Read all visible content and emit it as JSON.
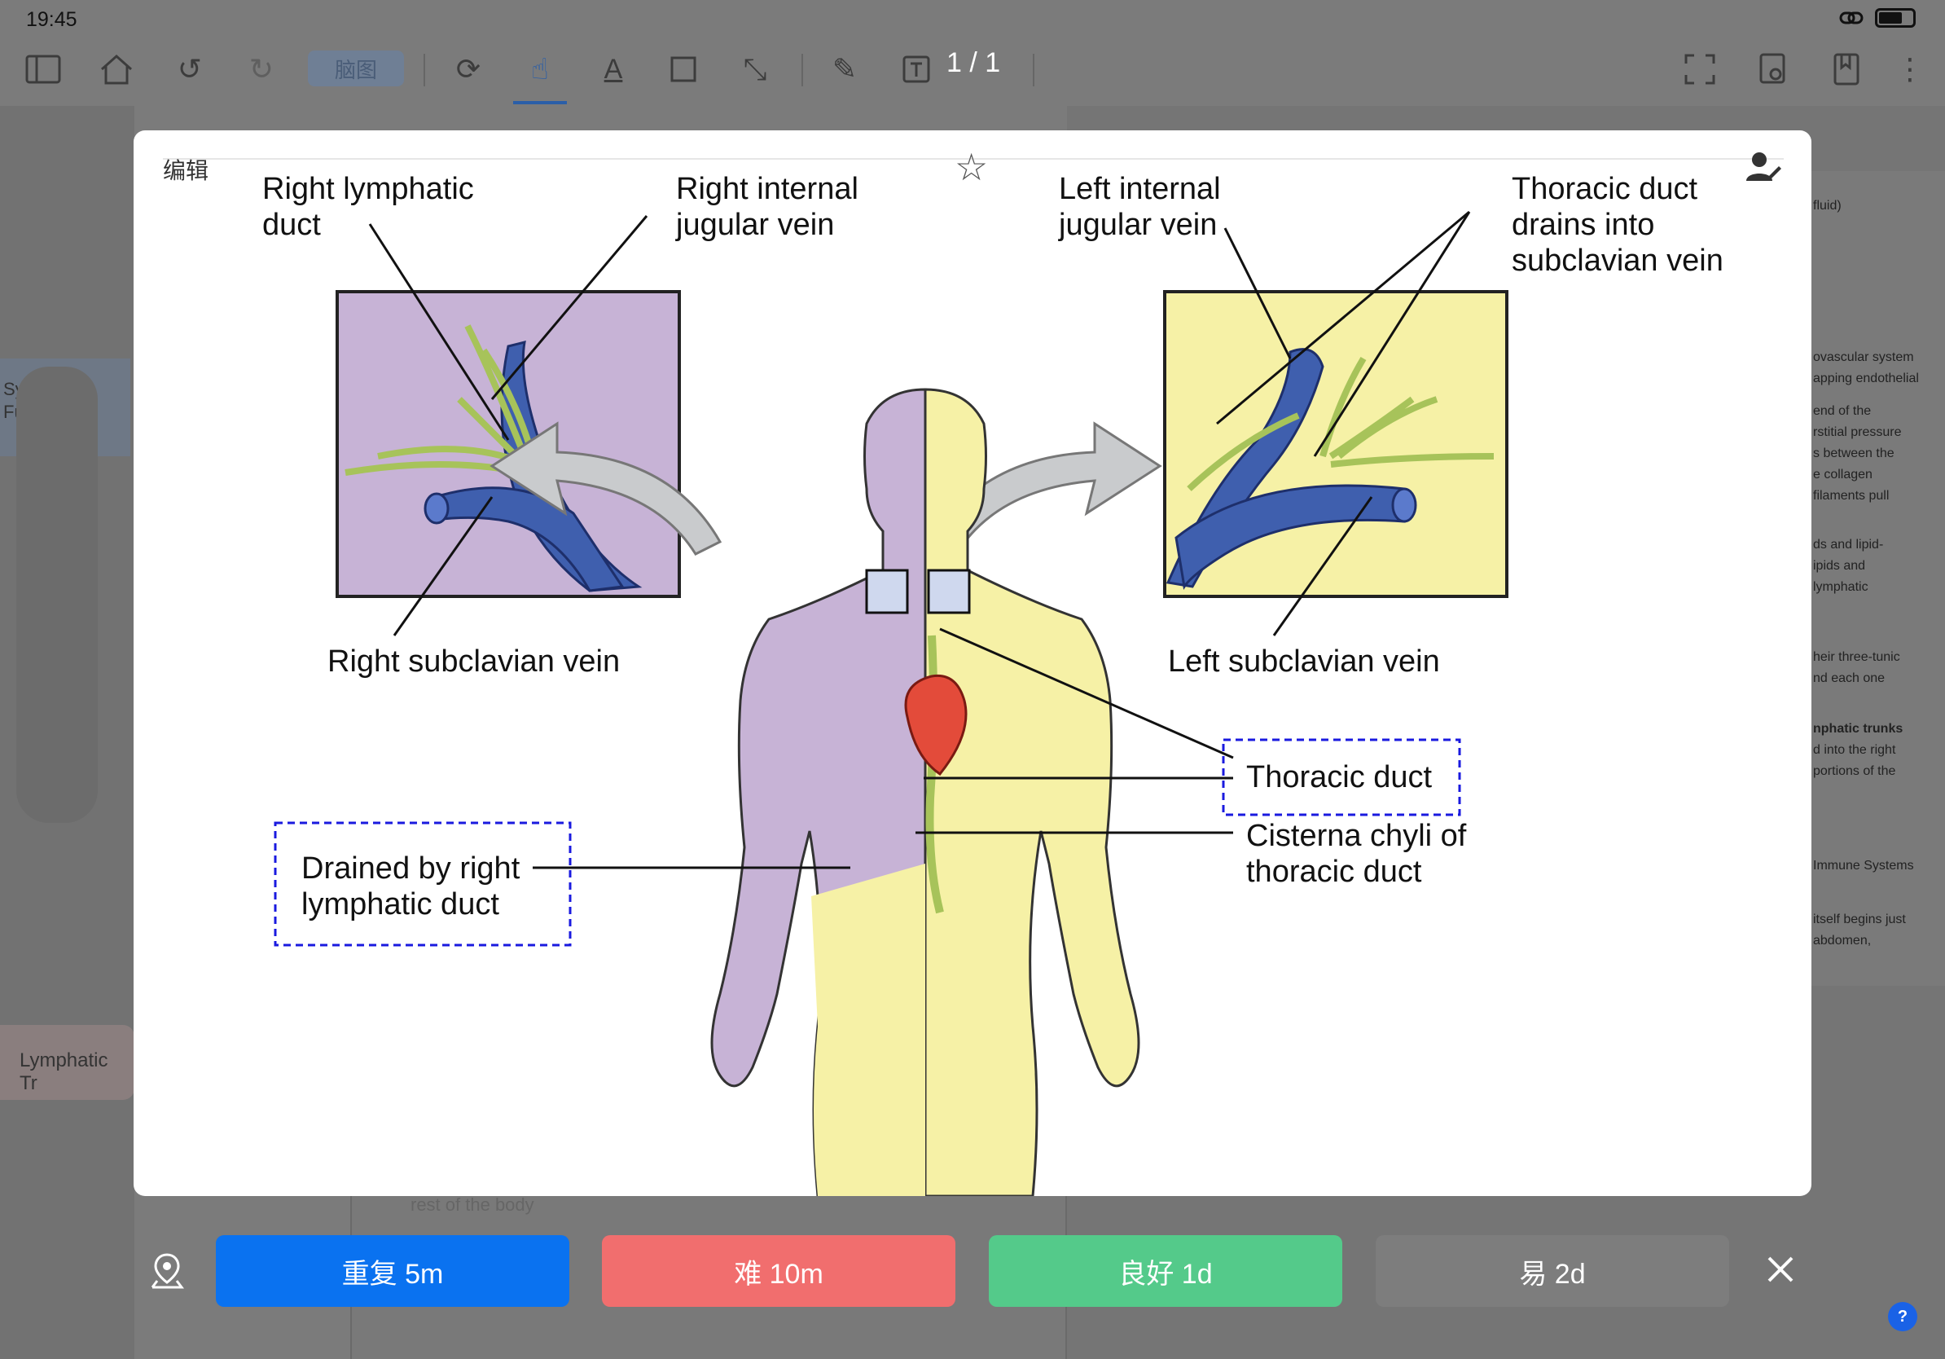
{
  "status_bar": {
    "time": "19:45"
  },
  "toolbar": {
    "mindmap_label": "脑图",
    "page_indicator": "1 / 1"
  },
  "background": {
    "sidebar_card": "System: Funct",
    "lymphatic_item": "Lymphatic Tr",
    "right_strip_lines": [
      "fluid)",
      "ovascular system",
      "apping endothelial",
      "end of the",
      "rstitial pressure",
      "s between the",
      "e collagen",
      "filaments pull",
      "ds and lipid-",
      "ipids and",
      "lymphatic",
      "heir three-tunic",
      "nd each one",
      "nphatic trunks",
      "d into the right",
      "portions of the",
      "Immune Systems",
      "itself begins just",
      "abdomen,"
    ],
    "bottom_text": "rest of the body"
  },
  "modal": {
    "edit_label": "编辑",
    "figure": {
      "labels": {
        "right_lymphatic_duct": [
          "Right lymphatic",
          "duct"
        ],
        "right_internal_jugular": [
          "Right internal",
          "jugular vein"
        ],
        "left_internal_jugular": [
          "Left internal",
          "jugular vein"
        ],
        "thoracic_drains": [
          "Thoracic duct",
          "drains into",
          "subclavian vein"
        ],
        "right_subclavian": "Right subclavian vein",
        "left_subclavian": "Left subclavian vein",
        "thoracic_duct": "Thoracic duct",
        "cisterna": [
          "Cisterna chyli of",
          "thoracic duct"
        ],
        "drained_by": [
          "Drained by right",
          "lymphatic duct"
        ]
      },
      "colors": {
        "right_region": "#c7b3d6",
        "left_region": "#f6f1a6",
        "vein": "#3f5fae",
        "lymph": "#a7c35a"
      }
    }
  },
  "review_buttons": {
    "repeat": "重复 5m",
    "hard": "难 10m",
    "good": "良好 1d",
    "easy": "易 2d"
  },
  "help_label": "?"
}
